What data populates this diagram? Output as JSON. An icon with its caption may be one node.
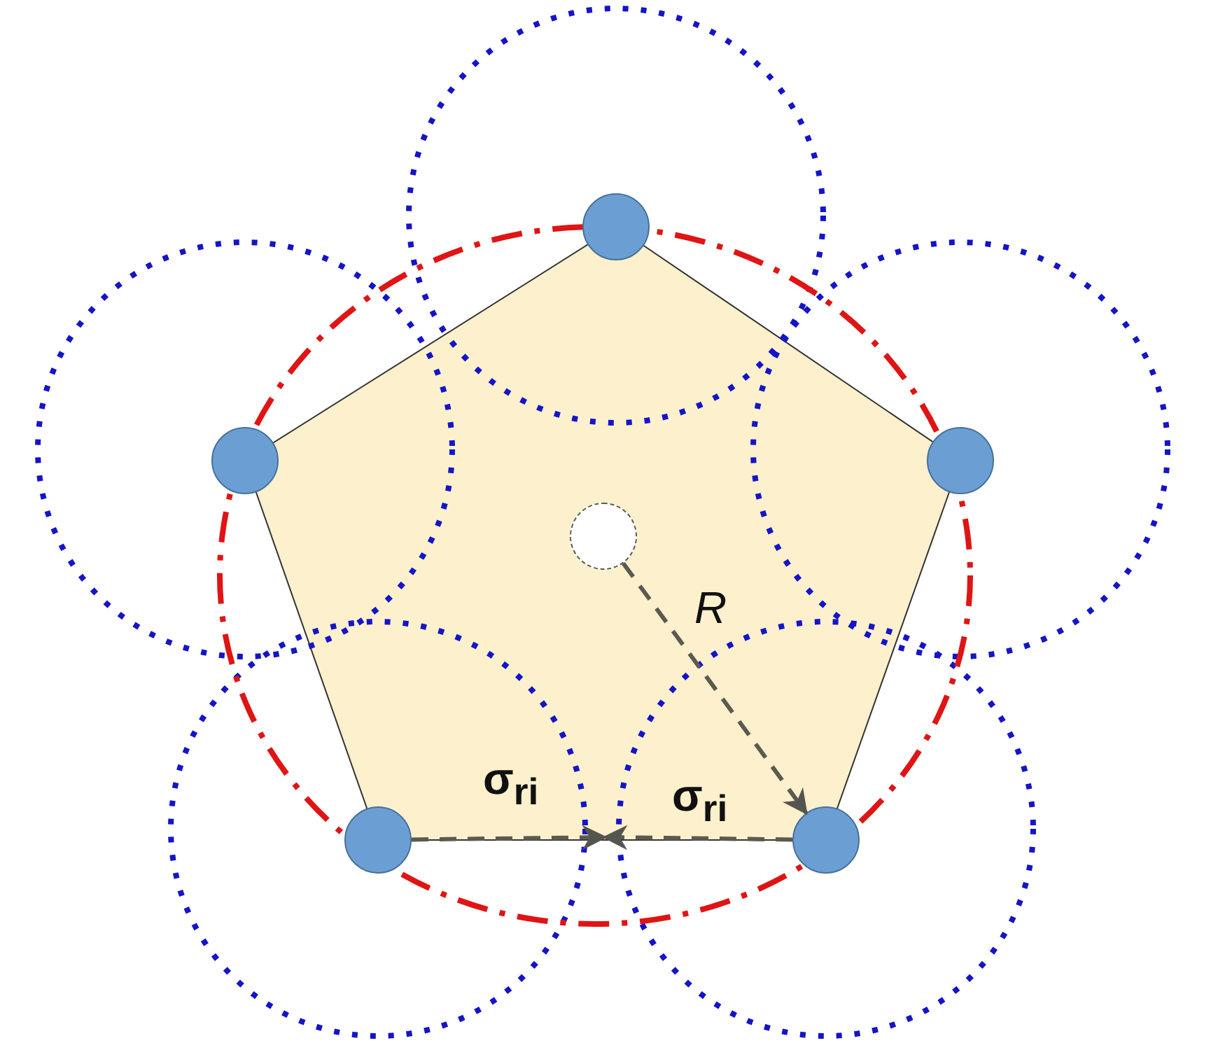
{
  "diagram": {
    "nodes": [
      {
        "text": [],
        "shape": "circle"
      },
      {
        "text": [],
        "shape": "circle"
      },
      {
        "text": [],
        "shape": "circle"
      },
      {
        "text": [],
        "shape": "circle"
      },
      {
        "text": [],
        "shape": "circle"
      },
      {
        "text": [],
        "shape": "circle"
      }
    ],
    "edges": [
      {
        "from": 3,
        "to": 5,
        "arrow": "to",
        "style": "dashed",
        "label": "R"
      },
      {
        "from": 4,
        "to": null,
        "arrow": "to",
        "style": "dashed",
        "label": "σ$_{ri}$"
      },
      {
        "from": 5,
        "to": null,
        "arrow": "to",
        "style": "dashed",
        "label": "σ$_{ri}$"
      }
    ]
  }
}
